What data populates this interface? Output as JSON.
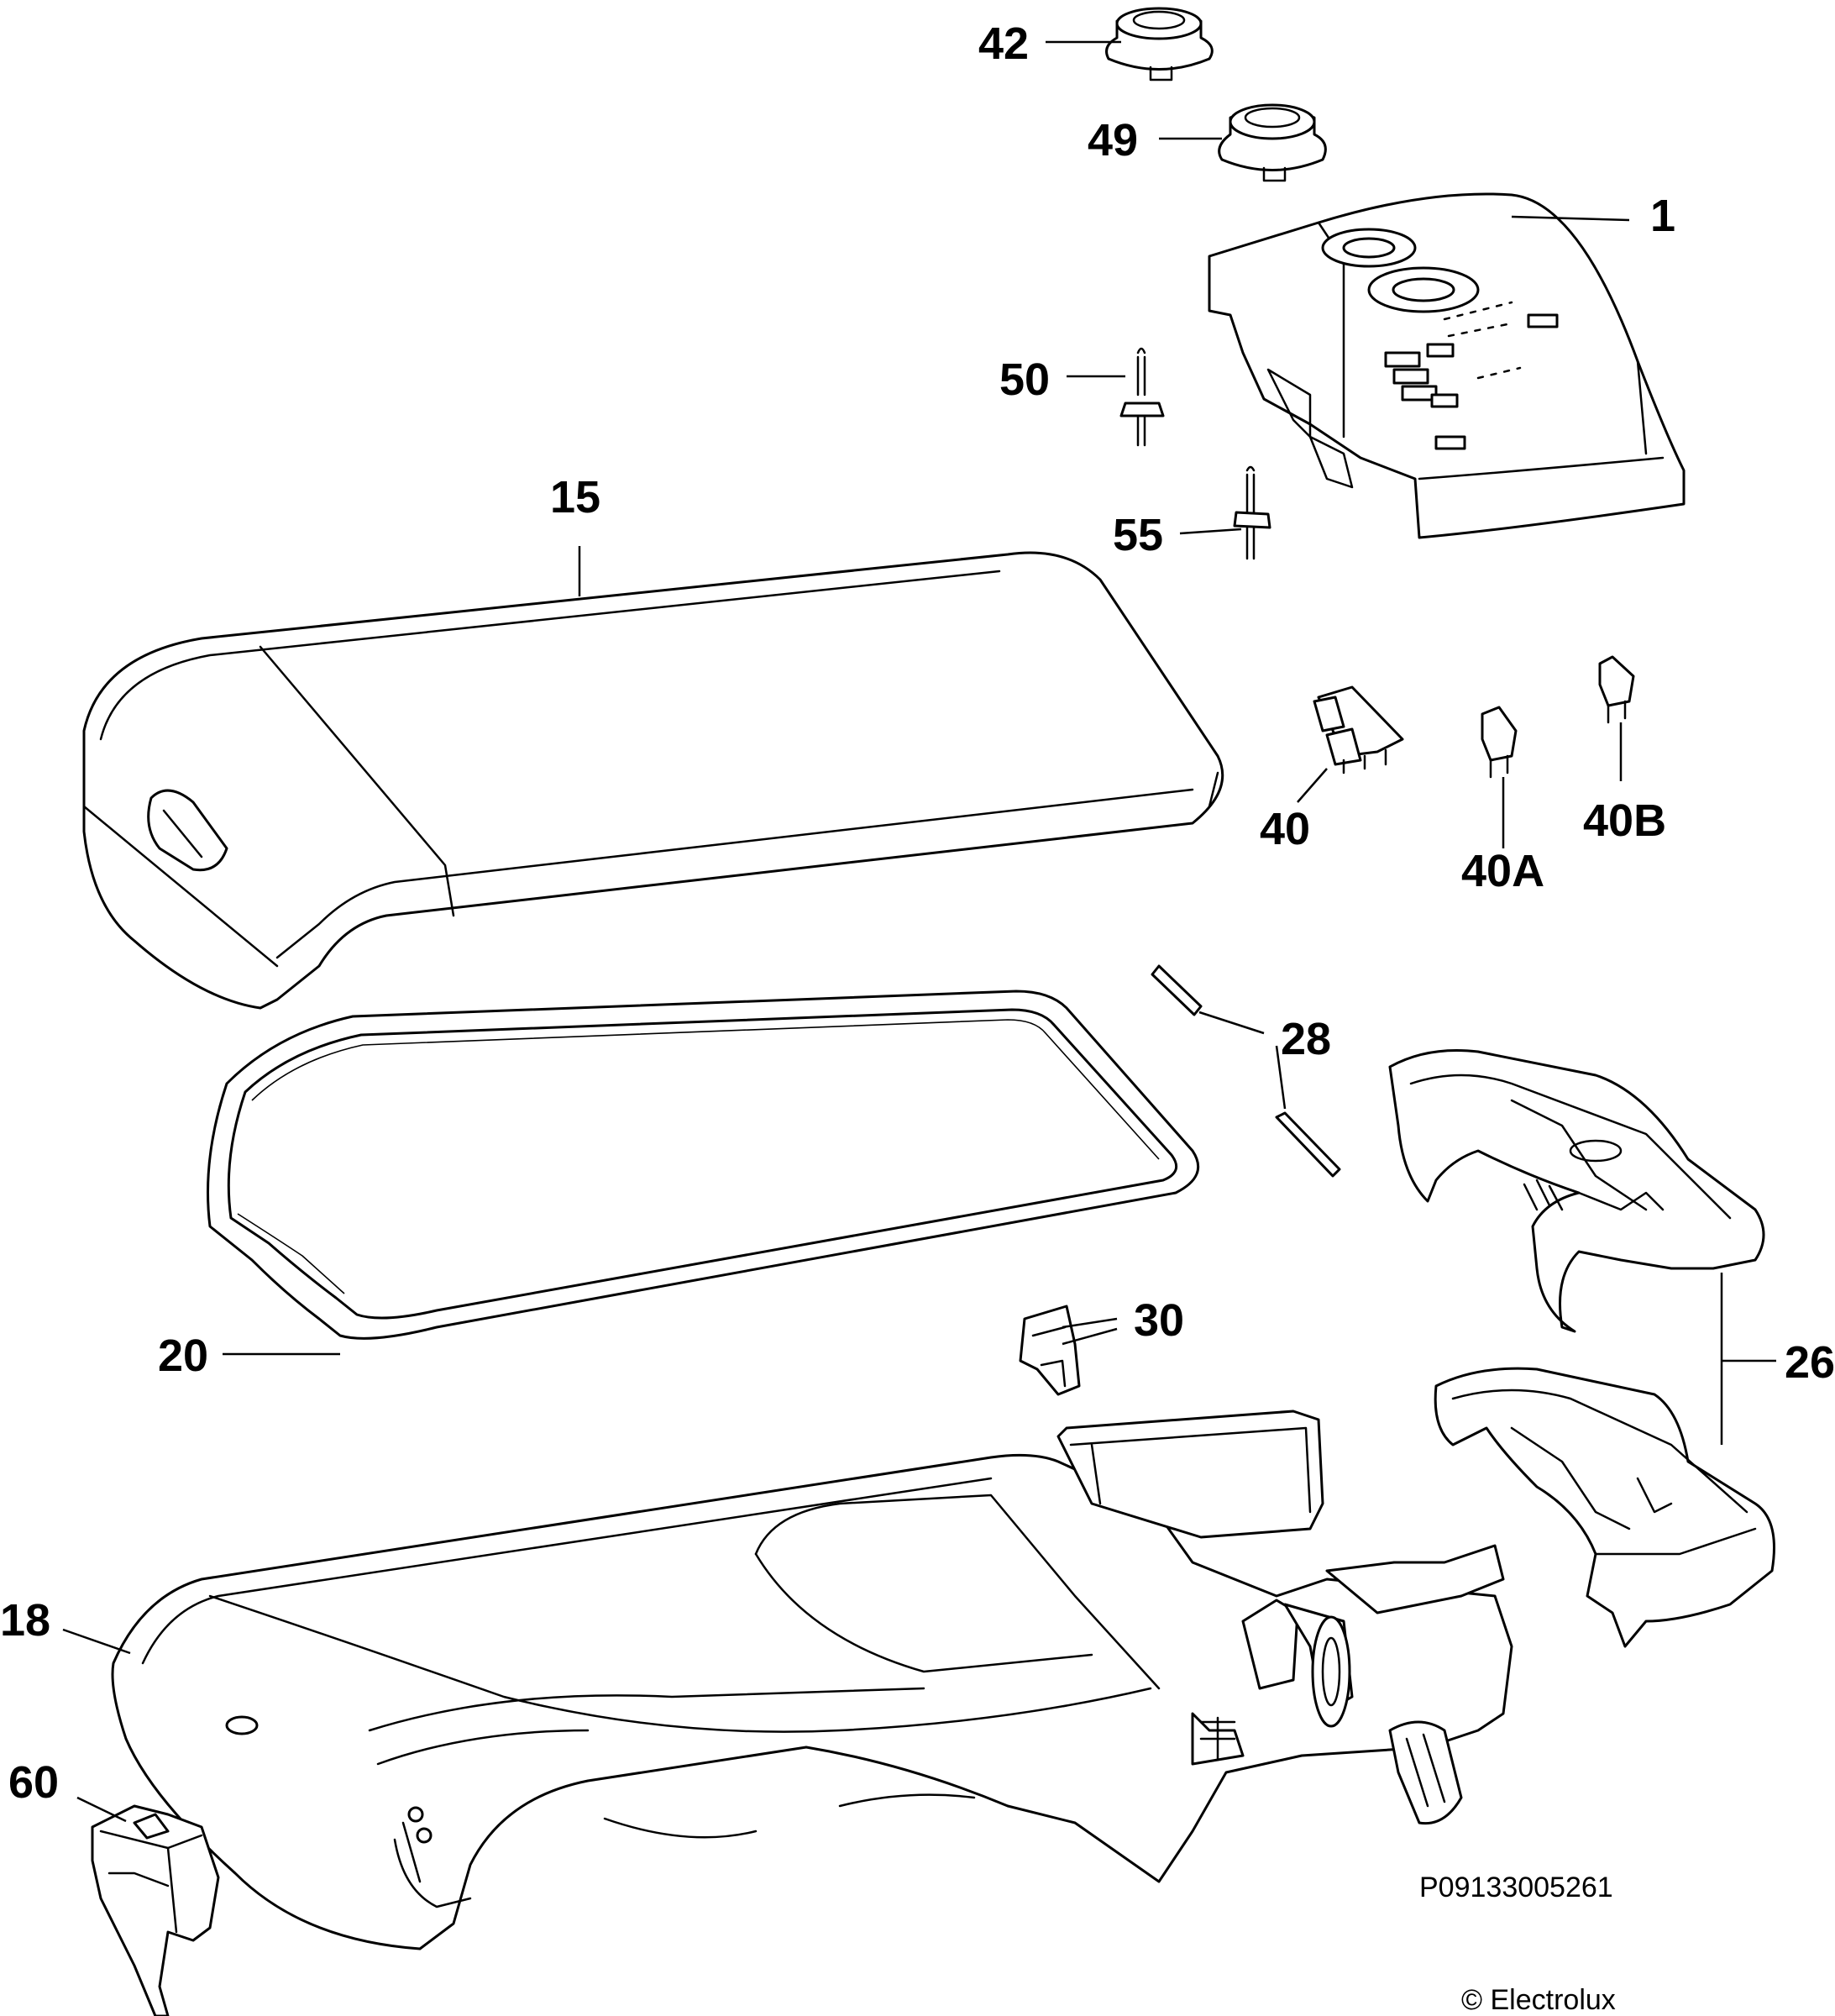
{
  "callouts": {
    "c42": "42",
    "c49": "49",
    "c1": "1",
    "c50": "50",
    "c15": "15",
    "c55": "55",
    "c40": "40",
    "c40a": "40A",
    "c40b": "40B",
    "c28": "28",
    "c20": "20",
    "c30": "30",
    "c26": "26",
    "c18": "18",
    "c60": "60"
  },
  "footer": {
    "part_code": "P09133005261",
    "copyright": "© Electrolux"
  }
}
